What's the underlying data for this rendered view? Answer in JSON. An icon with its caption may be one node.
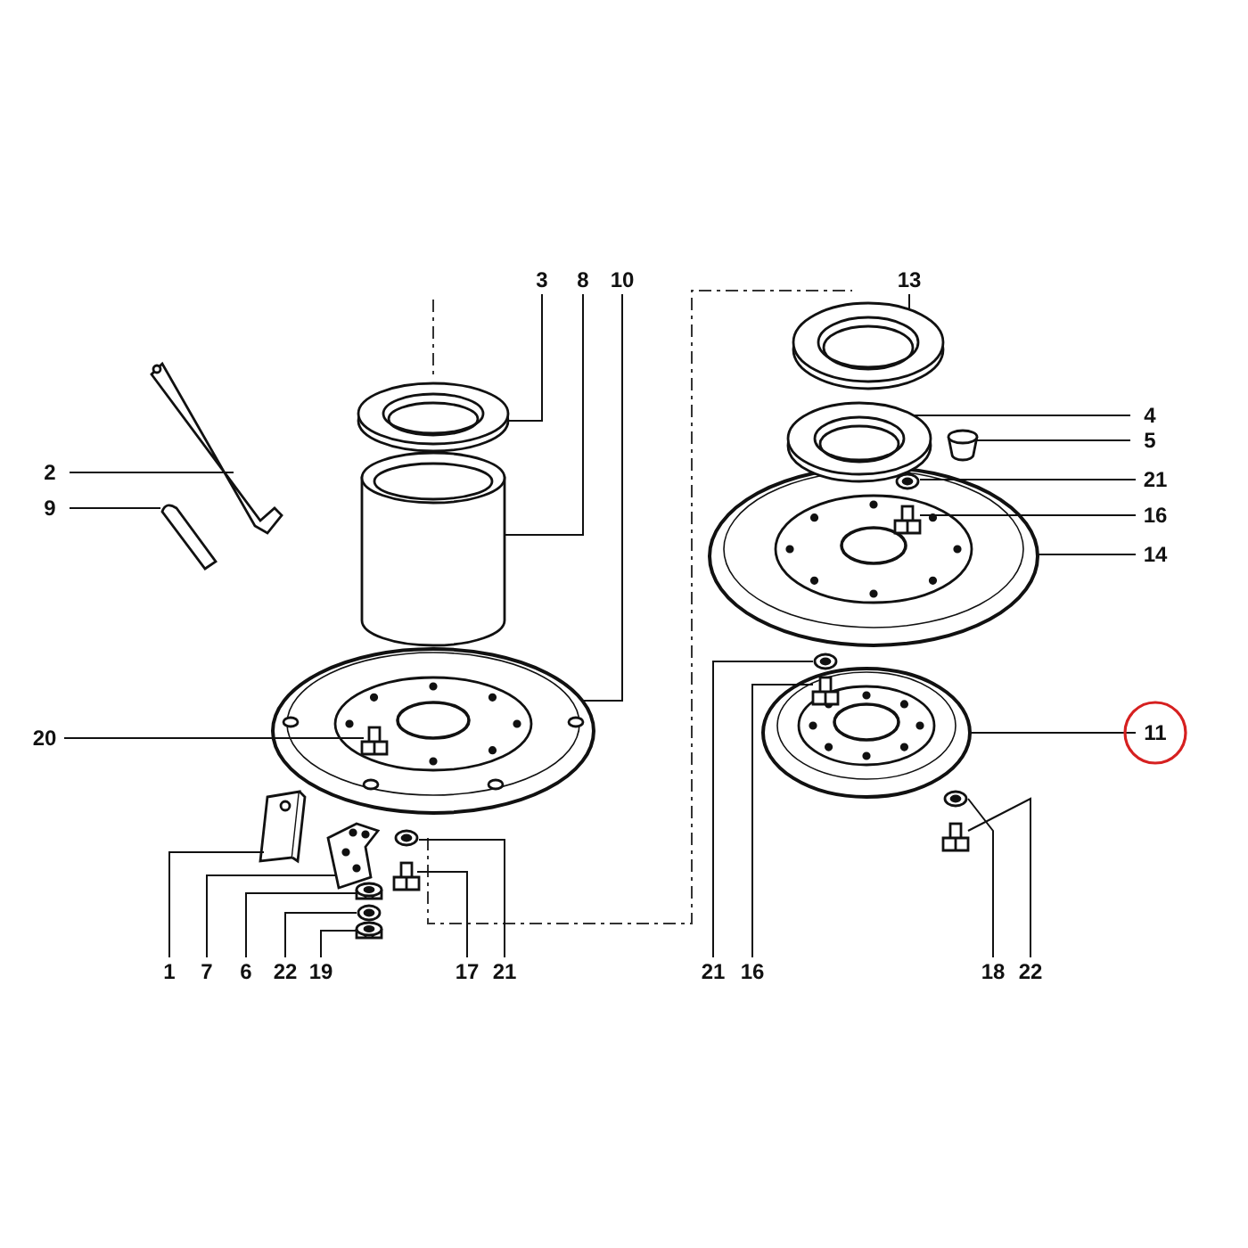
{
  "diagram": {
    "nodes": [
      {
        "text": [
          "3"
        ]
      },
      {
        "text": [
          "8"
        ]
      },
      {
        "text": [
          "10"
        ]
      },
      {
        "text": [
          "13"
        ]
      },
      {
        "text": [
          "2"
        ]
      },
      {
        "text": [
          "4"
        ]
      },
      {
        "text": [
          "5"
        ]
      },
      {
        "text": [
          "9"
        ]
      },
      {
        "text": [
          "21"
        ]
      },
      {
        "text": [
          "16"
        ]
      },
      {
        "text": [
          "14"
        ]
      },
      {
        "text": [
          "20"
        ]
      },
      {
        "text": [
          "11"
        ]
      },
      {
        "text": [
          "1"
        ]
      },
      {
        "text": [
          "7"
        ]
      },
      {
        "text": [
          "6"
        ]
      },
      {
        "text": [
          "22"
        ]
      },
      {
        "text": [
          "19"
        ]
      },
      {
        "text": [
          "17"
        ]
      },
      {
        "text": [
          "21"
        ]
      },
      {
        "text": [
          "21"
        ]
      },
      {
        "text": [
          "16"
        ]
      },
      {
        "text": [
          "18"
        ]
      },
      {
        "text": [
          "22"
        ]
      },
      {
        "text": [],
        "shape": "picture"
      },
      {
        "text": [],
        "shape": "cylinder"
      },
      {
        "text": [],
        "shape": "picture"
      },
      {
        "text": [],
        "shape": "picture"
      },
      {
        "text": [],
        "shape": "picture"
      },
      {
        "text": [],
        "shape": "picture"
      },
      {
        "text": [],
        "shape": "picture"
      },
      {
        "text": [],
        "shape": "picture"
      },
      {
        "text": [],
        "shape": "picture",
        "in": 34
      },
      {
        "text": [],
        "shape": "picture",
        "in": 34
      },
      {
        "text": [],
        "shape": "picture"
      },
      {
        "text": [],
        "shape": "picture",
        "in": 26
      },
      {
        "text": [],
        "shape": "picture"
      },
      {
        "text": [],
        "shape": "picture"
      },
      {
        "text": [],
        "shape": "picture"
      },
      {
        "text": [],
        "shape": "picture"
      },
      {
        "text": [],
        "shape": "picture"
      },
      {
        "text": [],
        "shape": "picture"
      },
      {
        "text": [],
        "shape": "picture"
      },
      {
        "text": [],
        "shape": "picture"
      },
      {
        "text": [],
        "shape": "picture"
      },
      {
        "text": [],
        "shape": "picture",
        "in": 36
      },
      {
        "text": [],
        "shape": "picture"
      },
      {
        "text": [],
        "shape": "picture"
      }
    ],
    "edges": [
      {
        "from": 0,
        "to": 24,
        "arrow": "none"
      },
      {
        "from": 1,
        "to": 25,
        "arrow": "none"
      },
      {
        "from": 2,
        "to": 26,
        "arrow": "none"
      },
      {
        "from": 3,
        "to": 27,
        "arrow": "none"
      },
      {
        "from": 4,
        "to": 28,
        "arrow": "none"
      },
      {
        "from": 5,
        "to": 29,
        "arrow": "none"
      },
      {
        "from": 6,
        "to": 30,
        "arrow": "none"
      },
      {
        "from": 7,
        "to": 31,
        "arrow": "none"
      },
      {
        "from": 8,
        "to": 32,
        "arrow": "none"
      },
      {
        "from": 9,
        "to": 33,
        "arrow": "none"
      },
      {
        "from": 10,
        "to": 34,
        "arrow": "none"
      },
      {
        "from": 11,
        "to": 35,
        "arrow": "none"
      },
      {
        "from": 12,
        "to": 36,
        "arrow": "none"
      },
      {
        "from": 13,
        "to": 37,
        "arrow": "none"
      },
      {
        "from": 14,
        "to": 38,
        "arrow": "none"
      },
      {
        "from": 15,
        "to": 39,
        "arrow": "none"
      },
      {
        "from": 16,
        "to": 40,
        "arrow": "none"
      },
      {
        "from": 17,
        "to": 41,
        "arrow": "none"
      },
      {
        "from": 18,
        "to": 42,
        "arrow": "none"
      },
      {
        "from": 19,
        "to": 43,
        "arrow": "none"
      },
      {
        "from": 20,
        "to": 44,
        "arrow": "none"
      },
      {
        "from": 21,
        "to": 45,
        "arrow": "none"
      },
      {
        "from": 22,
        "to": 46,
        "arrow": "none"
      },
      {
        "from": 23,
        "to": 47,
        "arrow": "none"
      }
    ]
  }
}
